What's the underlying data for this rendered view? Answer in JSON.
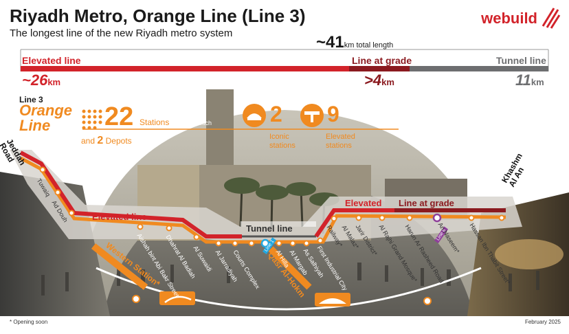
{
  "header": {
    "title": "Riyadh Metro, Orange Line (Line 3)",
    "subtitle": "The longest line of the new Riyadh metro system",
    "brand": "webuild"
  },
  "total": {
    "value": "~41",
    "unit": "km total length"
  },
  "segments": {
    "elevated": {
      "label": "Elevated line",
      "value": "~26",
      "unit": "km",
      "color": "#d2232a"
    },
    "grade": {
      "label": "Line at grade",
      "value": ">4",
      "unit": "km",
      "color": "#8b1a1f"
    },
    "tunnel": {
      "label": "Tunnel line",
      "value": "11",
      "unit": "km",
      "color": "#6d6e70"
    }
  },
  "line": {
    "code": "Line 3",
    "name_1": "Orange",
    "name_2": "Line",
    "color": "#f08a20"
  },
  "stats": {
    "stations_count": "22",
    "stations_label": "Stations",
    "of_which": "of which",
    "depots_prefix": "and",
    "depots_count": "2",
    "depots_label": "Depots",
    "iconic_count": "2",
    "iconic_l1": "Iconic",
    "iconic_l2": "stations",
    "elevated_count": "9",
    "elevated_l1": "Elevated",
    "elevated_l2": "stations"
  },
  "map": {
    "start_l1": "Jeddah",
    "start_l2": "Road",
    "end_l1": "Khashm",
    "end_l2": "Al An",
    "label_elevated_left": "Elevated line",
    "label_tunnel": "Tunnel line",
    "label_elevated_right": "Elevated",
    "label_grade": "Line at grade",
    "badge_line1": "Line 1",
    "badge_line6": "Line 6",
    "iconic_west": "Western Station*",
    "iconic_qasr": "Qasr Al-Hokm",
    "stations": [
      "Tuwaiq",
      "Ad Douh",
      "Aishah bint Abi Bakr Street",
      "Dhahrat Al Badiah",
      "Al Suwaidi",
      "Al Jarradiyah",
      "Courts Complex",
      "Al Hilla",
      "Al Margab",
      "As Salhiyah",
      "First Industrial City",
      "Railway*",
      "Al Malaz*",
      "Jarir District*",
      "Al Rajhi Grand Mosque*",
      "Harun Ar Rasheed Road",
      "An Naseem*",
      "Hassan Ibn Thabit Street*"
    ]
  },
  "footer": {
    "note": "* Opening soon",
    "date": "February 2025"
  }
}
